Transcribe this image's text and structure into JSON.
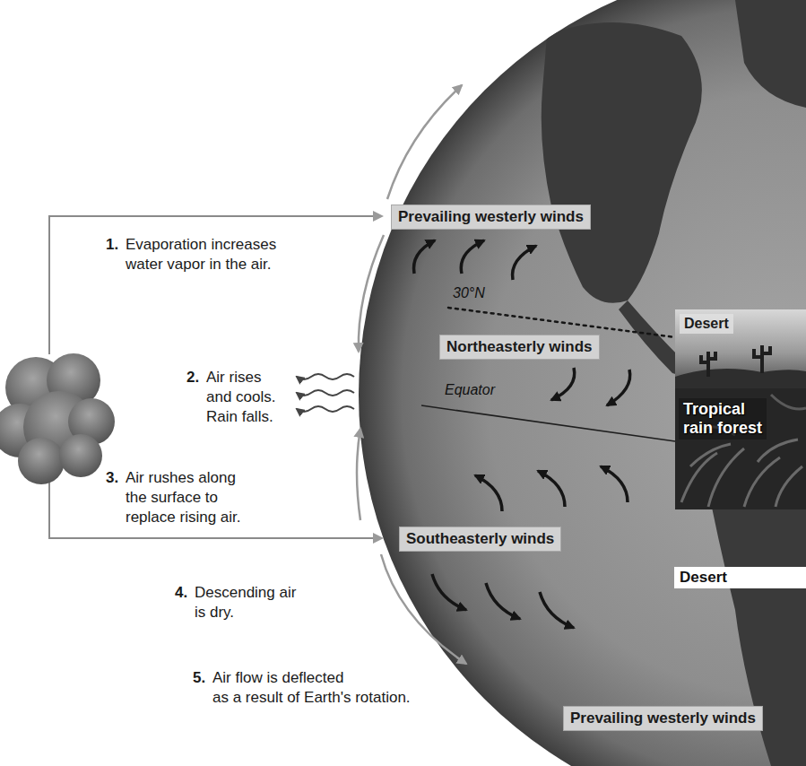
{
  "diagram": {
    "nodes": [
      {
        "text": [
          "Prevailing westerly winds"
        ]
      },
      {
        "text": [
          "Desert"
        ]
      },
      {
        "text": [
          "Northeasterly winds"
        ]
      },
      {
        "text": [
          "Tropical rain forest"
        ]
      },
      {
        "text": [
          "Southeasterly winds"
        ]
      },
      {
        "text": [
          "Desert"
        ]
      },
      {
        "text": [
          "Prevailing westerly winds"
        ]
      }
    ],
    "labels": [
      "1.",
      "Evaporation increases water vapor in the air.",
      "2.",
      "Air rises and cools. Rain falls.",
      "3.",
      "Air rushes along the surface to replace rising air.",
      "4.",
      "Descending air is dry.",
      "5.",
      "Air flow is deflected as a result of Earth's rotation.",
      "30°N",
      "Equator"
    ]
  }
}
